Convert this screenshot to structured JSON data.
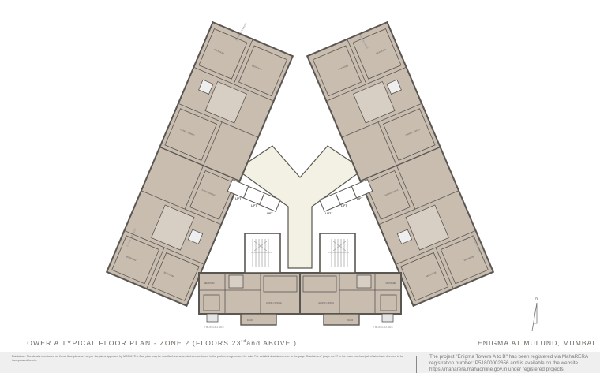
{
  "plan": {
    "title_main": "TOWER A TYPICAL FLOOR PLAN - ZONE 2 (FLOORS 23",
    "title_sup": "rd",
    "title_end": "and ABOVE )",
    "location": "ENIGMA AT MULUND, MUMBAI",
    "north_label": "N",
    "view_label": "3 BHK GRANDE",
    "lift_label": "LIFT",
    "colors": {
      "unit": "#c9bdb0",
      "lobby": "#f3f1e3",
      "wall": "#5a5651",
      "text": "#6b6660"
    }
  },
  "footer": {
    "disclaimer": "Disclaimer: The details mentioned on these floor plans are as per the plans approved by MCGM. The floor plan may be modified and amended as mentioned in the proforma agreement for sale. For detailed disclaimer refer to the page \"Disclaimers\" (page no.17 in the main brochure) all of which are deemed to be incorporated herein.",
    "rera_line1": "The project \"Enigma Towers A to B\" has been registered via MahaRERA",
    "rera_line2": "registration number: P51800002656 and is available on the website",
    "rera_line3": "https://maharera.mahaonline.gov.in under registered projects."
  }
}
